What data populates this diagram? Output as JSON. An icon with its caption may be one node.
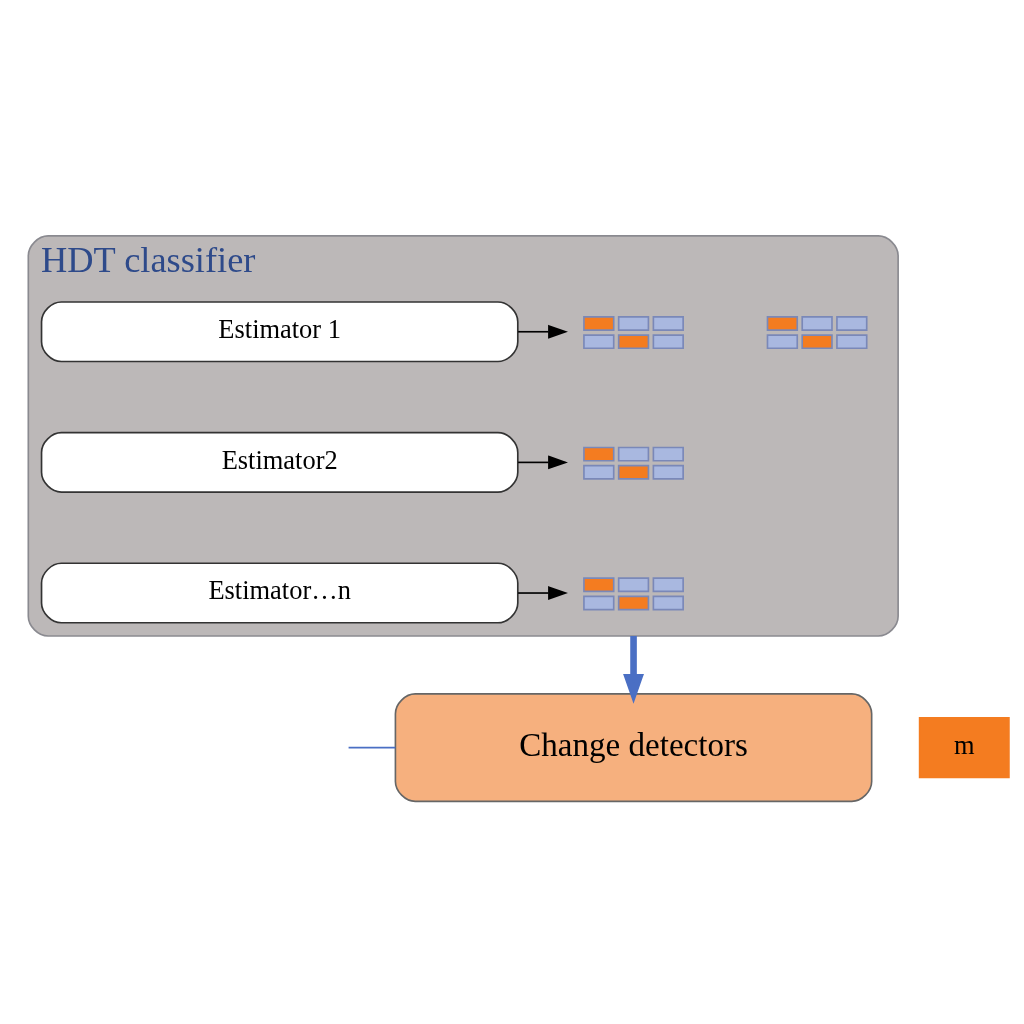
{
  "diagram": {
    "nodes": [
      {
        "text": [
          "HDT classifier"
        ]
      },
      {
        "text": [],
        "shape": "picture",
        "in": 0
      },
      {
        "text": [
          "Estimator 1"
        ],
        "in": 0
      },
      {
        "text": [
          "Estimator2"
        ],
        "in": 0
      },
      {
        "text": [
          "Estimator…n"
        ],
        "in": 0
      },
      {
        "text": [],
        "shape": "picture",
        "in": 0
      },
      {
        "text": [],
        "shape": "picture",
        "in": 0
      },
      {
        "text": [],
        "shape": "picture",
        "in": 0
      },
      {
        "text": [
          "m"
        ]
      },
      {
        "text": [
          "Change detectors"
        ]
      }
    ],
    "edges": [
      {
        "from": 2,
        "to": 5,
        "arrow": "to"
      },
      {
        "from": 3,
        "to": 6,
        "arrow": "to"
      },
      {
        "from": 4,
        "to": 7,
        "arrow": "to"
      },
      {
        "from": 0,
        "to": 9,
        "arrow": "to",
        "style": "thick",
        "color": "#4a6fc4"
      },
      {
        "from": null,
        "to": 9,
        "arrow": "none",
        "color": "#4a6fc4"
      }
    ]
  }
}
